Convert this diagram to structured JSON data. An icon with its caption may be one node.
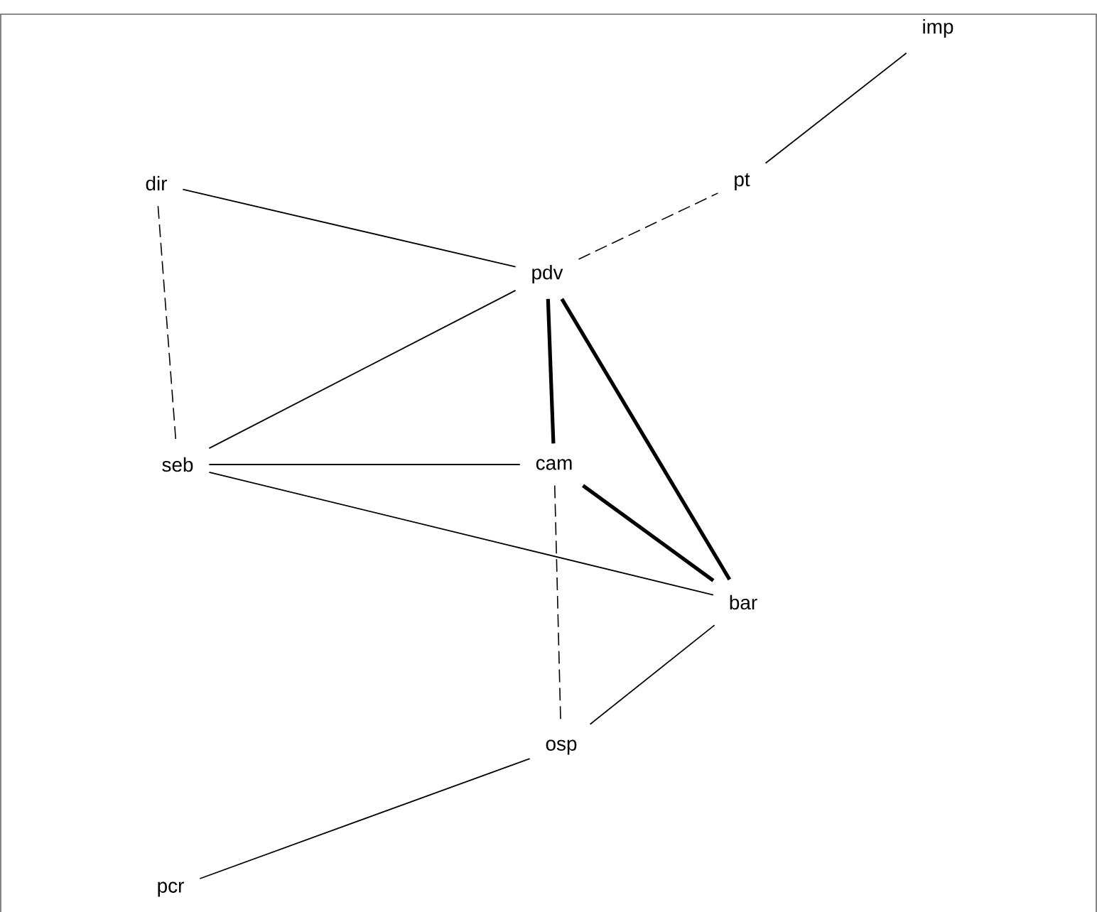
{
  "diagram": {
    "nodes": [
      {
        "text": [
          "imp"
        ]
      },
      {
        "text": [
          "pt"
        ]
      },
      {
        "text": [
          "dir"
        ]
      },
      {
        "text": [
          "pdv"
        ]
      },
      {
        "text": [
          "seb"
        ]
      },
      {
        "text": [
          "cam"
        ]
      },
      {
        "text": [
          "bar"
        ]
      },
      {
        "text": [
          "osp"
        ]
      },
      {
        "text": [
          "pcr"
        ]
      }
    ],
    "edges": [
      {
        "from": 1,
        "to": 0,
        "arrow": "none"
      },
      {
        "from": 3,
        "to": 1,
        "arrow": "none",
        "style": "dashed"
      },
      {
        "from": 2,
        "to": 3,
        "arrow": "none"
      },
      {
        "from": 2,
        "to": 4,
        "arrow": "none",
        "style": "dashed"
      },
      {
        "from": 4,
        "to": 3,
        "arrow": "none"
      },
      {
        "from": 3,
        "to": 5,
        "arrow": "none",
        "style": "thick"
      },
      {
        "from": 3,
        "to": 6,
        "arrow": "none",
        "style": "thick"
      },
      {
        "from": 4,
        "to": 5,
        "arrow": "none"
      },
      {
        "from": 5,
        "to": 6,
        "arrow": "none",
        "style": "thick"
      },
      {
        "from": 4,
        "to": 6,
        "arrow": "none"
      },
      {
        "from": 5,
        "to": 7,
        "arrow": "none",
        "style": "dashed"
      },
      {
        "from": 6,
        "to": 7,
        "arrow": "none"
      },
      {
        "from": 7,
        "to": 8,
        "arrow": "none"
      }
    ]
  }
}
